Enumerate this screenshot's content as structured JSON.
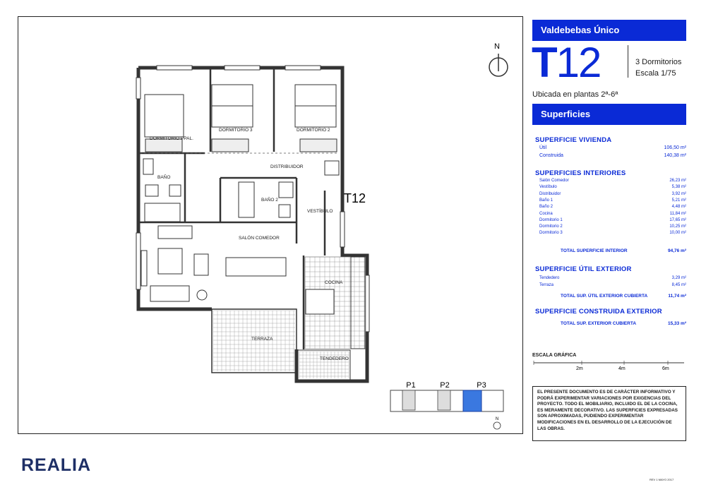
{
  "header": {
    "project": "Valdebebas Único",
    "unit_letter": "T",
    "unit_number": "12",
    "bedrooms": "3 Dormitorios",
    "scale": "Escala 1/75",
    "floors": "Ubicada en plantas 2ª-6ª"
  },
  "plan": {
    "north": "N",
    "unit_label": "T12",
    "rooms": {
      "dormitorio_ppal": "DORMITORIO PPAL.",
      "dormitorio_3": "DORMITORIO 3",
      "dormitorio_2": "DORMITORIO 2",
      "distribuidor": "DISTRIBUIDOR",
      "bano": "BAÑO",
      "bano_2": "BAÑO 2",
      "vestibulo": "VESTÍBULO",
      "salon": "SALÓN COMEDOR",
      "cocina": "COCINA",
      "terraza": "TERRAZA",
      "tendedero": "TENDEDERO"
    }
  },
  "keyplan": {
    "labels": [
      "P1",
      "P2",
      "P3"
    ],
    "selected": "P3",
    "north": "N"
  },
  "surfaces": {
    "title": "Superficies",
    "vivienda": {
      "heading": "SUPERFICIE VIVIENDA",
      "rows": [
        {
          "label": "Útil",
          "value": "106,50 m²"
        },
        {
          "label": "Construida",
          "value": "140,38 m²"
        }
      ]
    },
    "interiores": {
      "heading": "SUPERFICIES INTERIORES",
      "rows": [
        {
          "label": "Salón Comedor",
          "value": "26,23 m²"
        },
        {
          "label": "Vestíbulo",
          "value": "5,38 m²"
        },
        {
          "label": "Distribuidor",
          "value": "3,92 m²"
        },
        {
          "label": "Baño 1",
          "value": "5,21 m²"
        },
        {
          "label": "Baño 2",
          "value": "4,48 m²"
        },
        {
          "label": "Cocina",
          "value": "11,84 m²"
        },
        {
          "label": "Dormitorio 1",
          "value": "17,65 m²"
        },
        {
          "label": "Dormitorio 2",
          "value": "10,25 m²"
        },
        {
          "label": "Dormitorio 3",
          "value": "10,00 m²"
        }
      ],
      "total_label": "TOTAL SUPERFICIE INTERIOR",
      "total_value": "94,76 m²"
    },
    "util_exterior": {
      "heading": "SUPERFICIE ÚTIL EXTERIOR",
      "rows": [
        {
          "label": "Tendedero",
          "value": "3,29 m²"
        },
        {
          "label": "Terraza",
          "value": "8,45 m²"
        }
      ],
      "total_label": "TOTAL SUP. ÚTIL EXTERIOR CUBIERTA",
      "total_value": "11,74 m²"
    },
    "construida_exterior": {
      "heading": "SUPERFICIE CONSTRUIDA EXTERIOR",
      "total_label": "TOTAL SUP.  EXTERIOR CUBIERTA",
      "total_value": "15,33 m²"
    }
  },
  "scale_bar": {
    "title": "ESCALA GRÁFICA",
    "ticks": [
      "2m",
      "4m",
      "6m"
    ]
  },
  "disclaimer": "EL PRESENTE DOCUMENTO ES DE CARÁCTER INFORMATIVO Y PODRÁ EXPERIMENTAR VARIACIONES POR EXIGENCIAS DEL PROYECTO. TODO EL MOBILIARIO, INCLUIDO EL DE LA COCINA, ES MERAMENTE DECORATIVO. LAS SUPERFICIES EXPRESADAS SON APROXIMADAS, PUDIENDO EXPERIMENTAR MODIFICACIONES EN EL DESARROLLO DE LA EJECUCIÓN DE LAS OBRAS.",
  "footer": {
    "logo": "REALIA",
    "revision": "REV 1   MAYO 2017"
  }
}
